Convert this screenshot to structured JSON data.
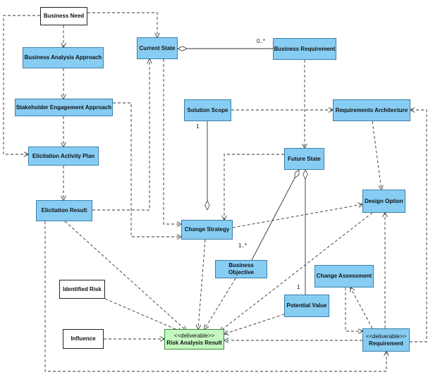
{
  "nodes": {
    "business_need": "Business Need",
    "business_analysis_approach": "Business Analysis Approach",
    "stakeholder_engagement_approach": "Stakeholder Engagement Approach",
    "elicitation_activity_plan": "Elicitation Activity Plan",
    "elicitation_result": "Elicitation Result",
    "current_state": "Current State",
    "business_requirement": "Business Requirement",
    "solution_scope": "Solution Scope",
    "requirements_architecture": "Requirements Architecture",
    "future_state": "Future State",
    "design_option": "Design Option",
    "change_strategy": "Change Strategy",
    "business_objective": "Business Objective",
    "change_assessment": "Change Assessment",
    "potential_value": "Potential Value",
    "identified_risk": "Identified Risk",
    "influence": "Influence",
    "risk_analysis_result": "Risk Analysis Result",
    "requirement": "Requirement"
  },
  "stereotypes": {
    "risk_analysis_result": "<<deliverable>>",
    "requirement": "<<deliverable>>"
  },
  "multiplicities": {
    "current_business_req": "0..*",
    "solution_scope": "1",
    "business_objective": "1..*",
    "potential_value": "1"
  },
  "colors": {
    "node_fill": "#87cdf3",
    "deliverable_fill": "#c4f7c0",
    "line": "#333333"
  }
}
